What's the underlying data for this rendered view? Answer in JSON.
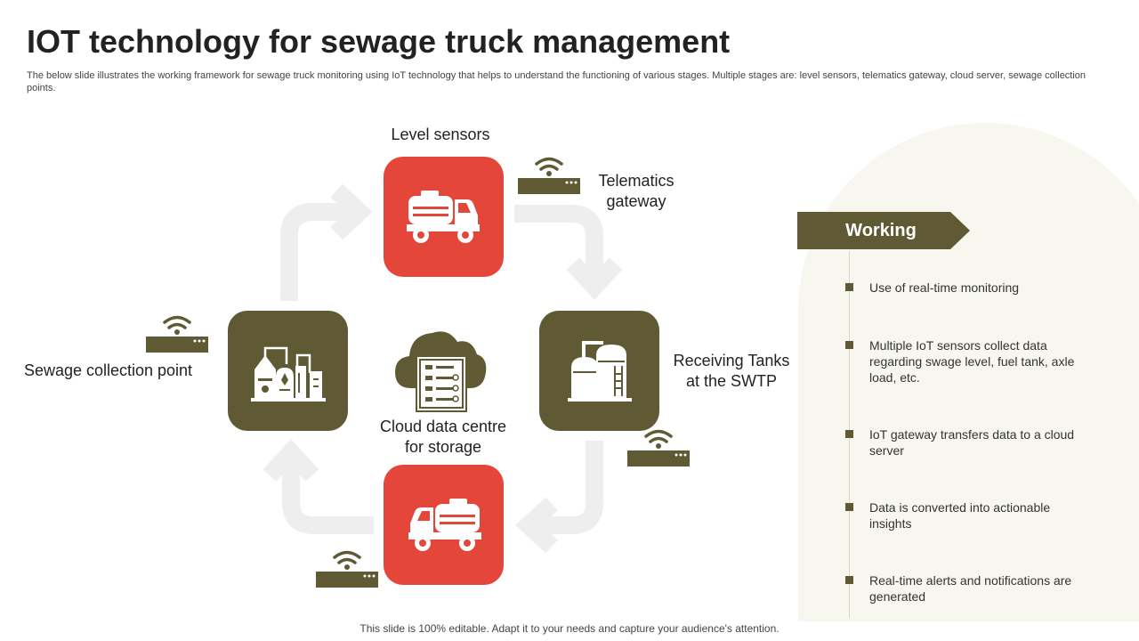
{
  "title": "IOT technology for sewage truck management",
  "subtitle": "The below slide illustrates the working framework for sewage truck monitoring using IoT technology that helps to understand the functioning of various stages. Multiple stages are: level sensors, telematics gateway, cloud server, sewage collection points.",
  "footer": "This slide is 100% editable. Adapt it to your needs and capture your audience's attention.",
  "diagram": {
    "level_sensors": "Level sensors",
    "telematics_line1": "Telematics",
    "telematics_line2": "gateway",
    "receiving_line1": "Receiving Tanks",
    "receiving_line2": "at the SWTP",
    "cloud_line1": "Cloud data centre",
    "cloud_line2": "for storage",
    "sewage_point": "Sewage collection point"
  },
  "working": {
    "label": "Working",
    "items": [
      "Use of real-time monitoring",
      "Multiple IoT sensors collect data regarding swage level, fuel tank, axle load, etc.",
      "IoT gateway transfers data to a cloud server",
      "Data is converted into actionable insights",
      "Real-time alerts and notifications are generated"
    ]
  },
  "colors": {
    "red": "#e4473a",
    "olive": "#5f5a33",
    "panel": "#f7f6ef",
    "arrow": "#eeeeee"
  }
}
